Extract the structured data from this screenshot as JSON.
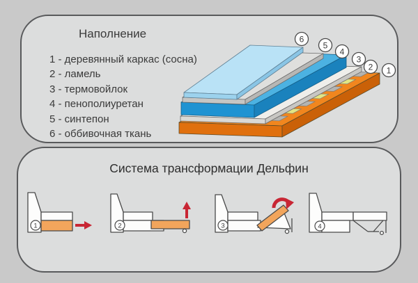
{
  "top_panel": {
    "title": "Наполнение",
    "legend": [
      "1 - деревянный каркас (сосна)",
      "2 - ламель",
      "3 - термовойлок",
      "4 - пенополиуретан",
      "5 - синтепон",
      "6 - оббивочная ткань"
    ],
    "callouts": [
      "1",
      "2",
      "3",
      "4",
      "5",
      "6"
    ]
  },
  "bottom_panel": {
    "title": "Система трансформации Дельфин",
    "steps": [
      "1",
      "2",
      "3",
      "4"
    ]
  },
  "colors": {
    "frame_orange": "#ef8320",
    "sofa_orange": "#f2a55c",
    "foam_blue": "#1f93d2",
    "fabric_light_blue": "#b9e2f6",
    "felt_white": "#efeeea",
    "sintepon_gray": "#dfdfdd",
    "lamella_yellow": "#e2e584",
    "lamella_gray": "#b4b4b1",
    "arrow_red": "#c82634",
    "panel_bg": "#dcdddd",
    "page_bg": "#c9c9c9"
  }
}
